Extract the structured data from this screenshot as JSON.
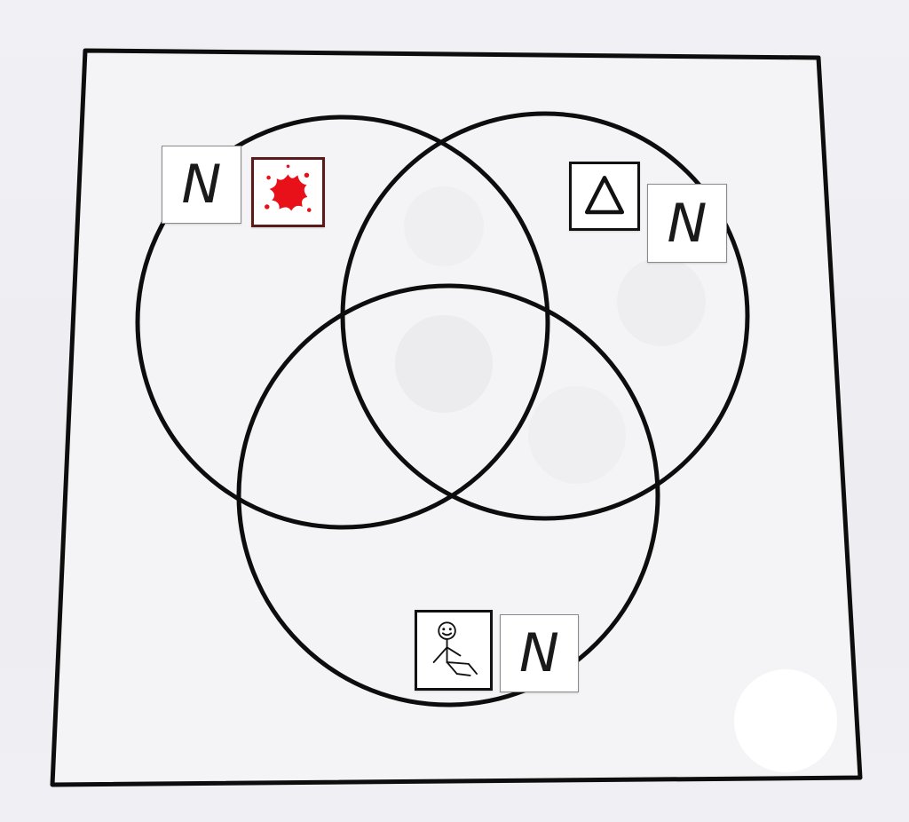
{
  "diagram": {
    "kind": "three-set venn diagram",
    "sets": [
      {
        "id": "top-left",
        "letter": "N",
        "symbol": "red-splat-icon",
        "symbol_color": "#e8111a"
      },
      {
        "id": "top-right",
        "letter": "N",
        "symbol": "triangle-icon",
        "symbol_color": "#111111"
      },
      {
        "id": "bottom",
        "letter": "N",
        "symbol": "sitting-stick-figure-icon",
        "symbol_color": "#111111"
      }
    ],
    "line_color": "#0d0d0d",
    "card_background": "#ffffff"
  }
}
